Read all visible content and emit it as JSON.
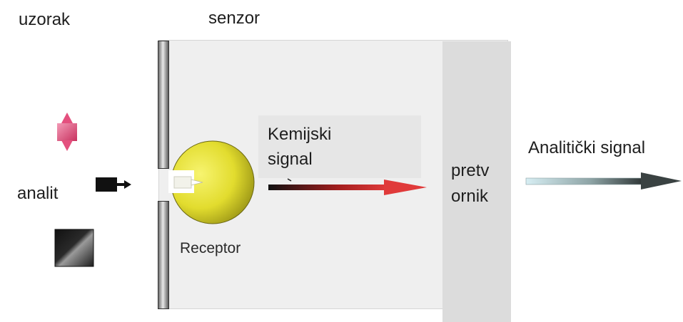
{
  "labels": {
    "sample": "uzorak",
    "sensor": "senzor",
    "analyte": "analit",
    "chemical_signal": [
      "Kemijski",
      "signal"
    ],
    "converter": [
      "pretv",
      "ornik"
    ],
    "receptor": "Receptor",
    "analytical_signal": "Analitički signal"
  },
  "colors": {
    "sensor_bg": "#efefef",
    "converter_bg": "#dcdcdc",
    "receptor_yellow": "#e8e33a",
    "chem_arrow_end": "#d42b2b",
    "analytical_arrow_start": "#cfe8ee",
    "analytical_arrow_end": "#3e4646",
    "analyte_pink": "#e4507e"
  },
  "icons": {
    "pink_analyte": "double-arrow-molecule-icon",
    "black_analyte": "arrow-molecule-icon",
    "square_analyte": "gradient-square-icon"
  }
}
